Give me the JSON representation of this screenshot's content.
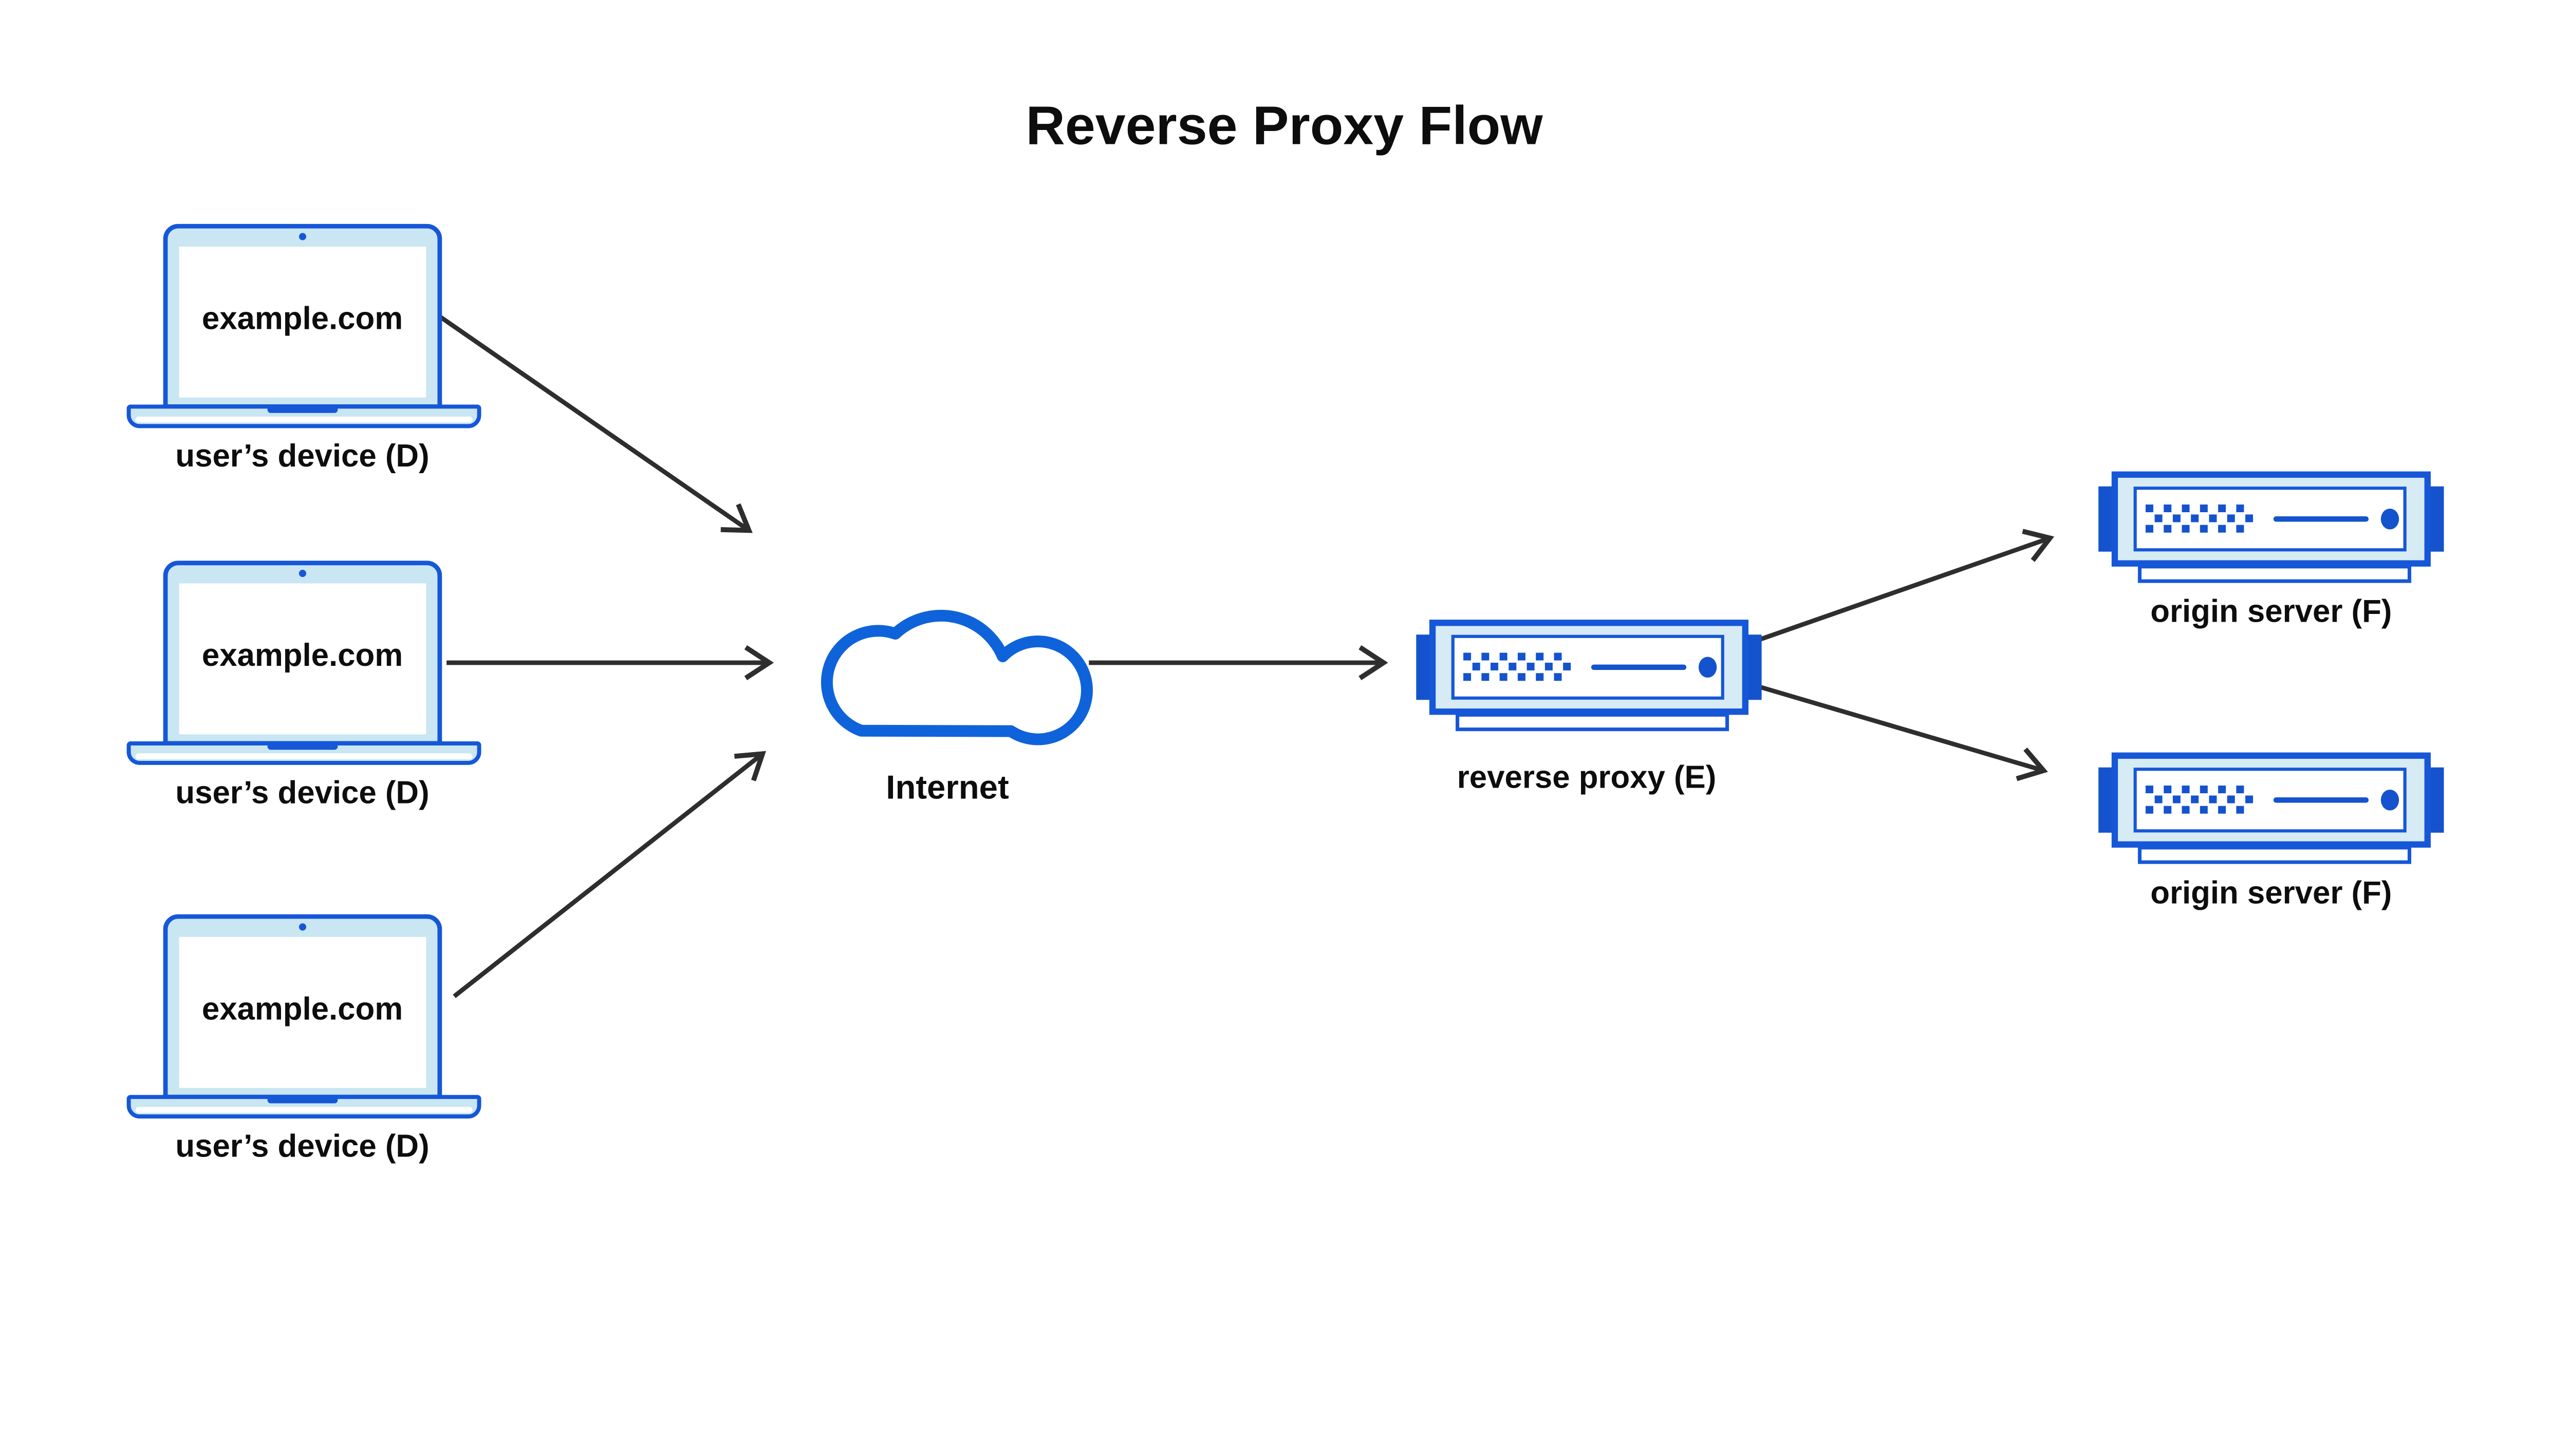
{
  "title": "Reverse Proxy Flow",
  "colors": {
    "accent-blue": "#1657d8",
    "cloud-blue": "#0f63da",
    "chip-blue": "#1453cd",
    "laptop-fill": "#c9e6f2",
    "server-fill": "#d7ebf4",
    "arrow": "#2e2e2e",
    "ink": "#0d0d0d",
    "canvas": "#ffffff"
  },
  "devices": [
    {
      "screen_text": "example.com",
      "label": "user’s device (D)"
    },
    {
      "screen_text": "example.com",
      "label": "user’s device (D)"
    },
    {
      "screen_text": "example.com",
      "label": "user’s device (D)"
    }
  ],
  "internet": {
    "label": "Internet"
  },
  "proxy": {
    "label": "reverse proxy (E)"
  },
  "origins": [
    {
      "label": "origin server (F)"
    },
    {
      "label": "origin server (F)"
    }
  ]
}
